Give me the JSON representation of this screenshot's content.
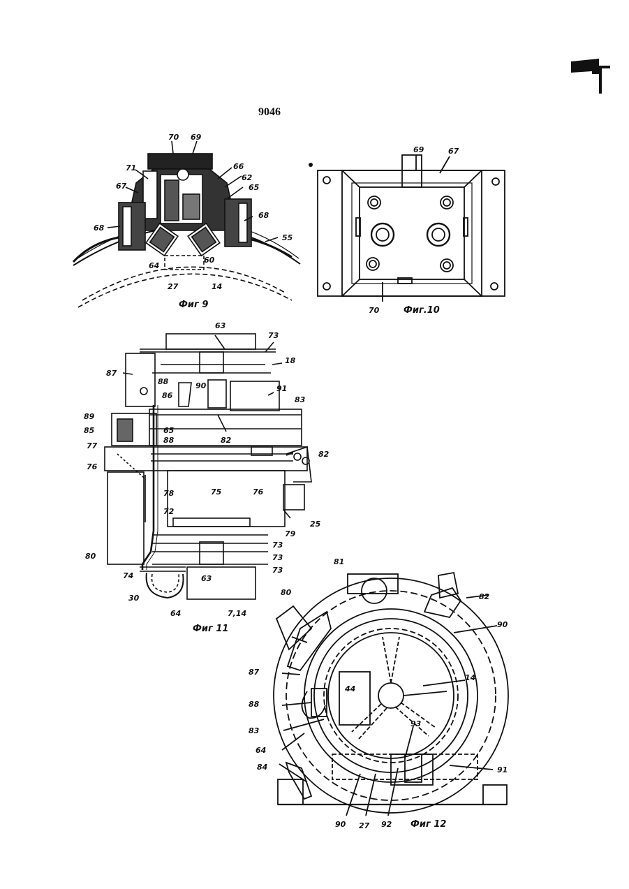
{
  "page": {
    "number": "9046"
  },
  "figures": {
    "fig9": {
      "caption": "Фиг 9",
      "labels": [
        "70",
        "69",
        "71",
        "67",
        "66",
        "62",
        "65",
        "68",
        "68",
        "55",
        "64",
        "60",
        "27",
        "14"
      ]
    },
    "fig10": {
      "caption": "Фиг.10",
      "labels": [
        "69",
        "67",
        "70"
      ]
    },
    "fig11": {
      "caption": "Фиг 11",
      "labels": [
        "63",
        "73",
        "18",
        "87",
        "88",
        "90",
        "91",
        "86",
        "83",
        "89",
        "85",
        "65",
        "88",
        "77",
        "76",
        "82",
        "82",
        "75",
        "76",
        "78",
        "72",
        "25",
        "79",
        "80",
        "73",
        "73",
        "74",
        "73",
        "63",
        "30",
        "64",
        "7,14"
      ]
    },
    "fig12": {
      "caption": "Фиг 12",
      "labels": [
        "81",
        "80",
        "82",
        "90",
        "87",
        "14",
        "44",
        "88",
        "93",
        "83",
        "64",
        "84",
        "91",
        "90",
        "27",
        "92"
      ]
    }
  }
}
